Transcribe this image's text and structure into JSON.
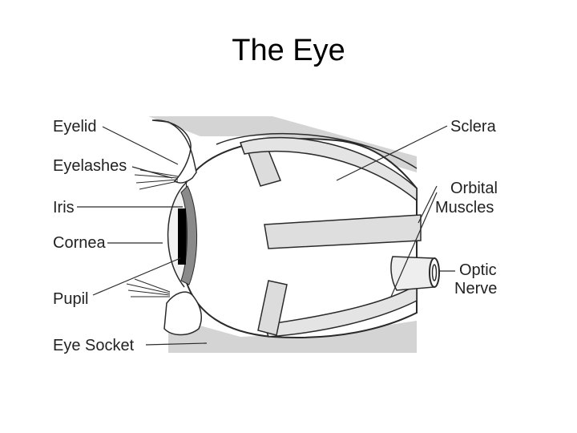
{
  "slide": {
    "title": "The Eye"
  },
  "labels": {
    "eyelid": "Eyelid",
    "eyelashes": "Eyelashes",
    "iris": "Iris",
    "cornea": "Cornea",
    "pupil": "Pupil",
    "eye_socket": "Eye Socket",
    "sclera": "Sclera",
    "orbital_1": "Orbital",
    "orbital_2": "Muscles",
    "optic_1": "Optic",
    "optic_2": "Nerve"
  },
  "colors": {
    "shading": "#d4d4d4",
    "outline": "#2a2a2a",
    "pupil": "#000000",
    "iris": "#8a8a8a"
  }
}
